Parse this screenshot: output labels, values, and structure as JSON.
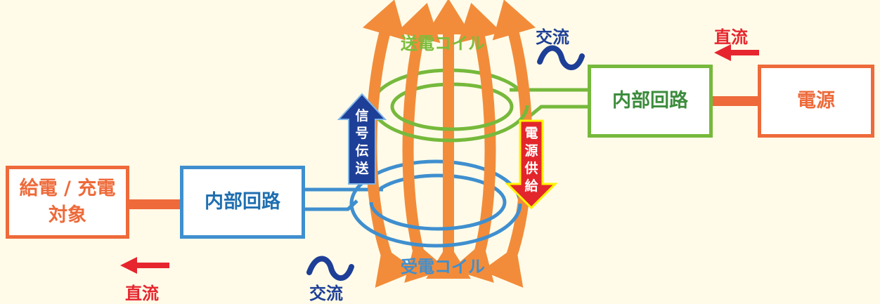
{
  "power_source": {
    "label": "電源"
  },
  "transmitter": {
    "circuit_label": "内部回路",
    "coil_label": "送電コイル",
    "dc_label": "直流",
    "ac_label": "交流"
  },
  "receiver": {
    "circuit_label": "内部回路",
    "coil_label": "受電コイル",
    "dc_label": "直流",
    "ac_label": "交流"
  },
  "target": {
    "line1": "給電 / 充電",
    "line2": "対象"
  },
  "signal_arrow": {
    "chars": [
      "信",
      "号",
      "伝",
      "送"
    ]
  },
  "power_arrow": {
    "chars": [
      "電",
      "源",
      "供",
      "給"
    ]
  },
  "colors": {
    "background": "#fffbe8",
    "source_orange": "#ee6a3a",
    "tx_green": "#76b93c",
    "rx_blue": "#3f8fcf",
    "flux_orange": "#f28c3a",
    "dc_red": "#e6252e",
    "signal_navy": "#1e3f97",
    "power_red": "#e3262b",
    "power_outline_yellow": "#fff200"
  }
}
